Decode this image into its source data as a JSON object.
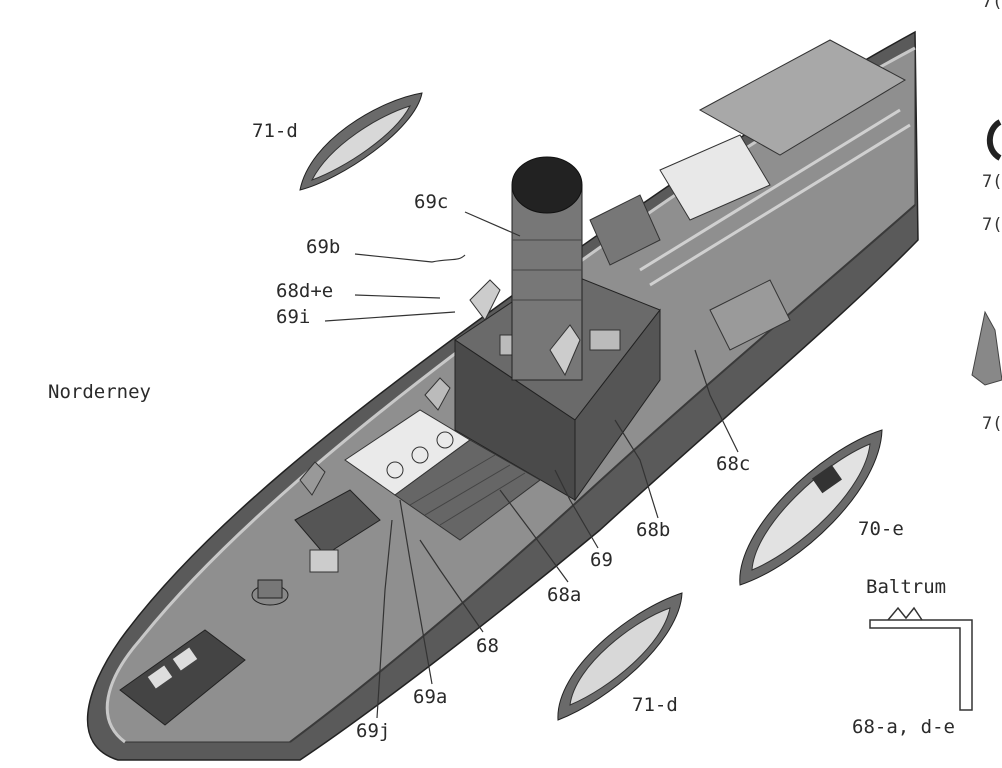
{
  "figure": {
    "labels": {
      "ship_name": "Norderney",
      "boat_top": "71-d",
      "boat_bottom": "71-d",
      "boat_right": "70-e",
      "part_69c": "69c",
      "part_69b": "69b",
      "part_68de": "68d+e",
      "part_69i": "69i",
      "part_68c": "68c",
      "part_68b": "68b",
      "part_69": "69",
      "part_68a": "68a",
      "part_68": "68",
      "part_69a": "69a",
      "part_69j": "69j",
      "inset_title": "Baltrum",
      "inset_caption": "68-a, d-e"
    },
    "edge_fragments": [
      "7(",
      "7(",
      "7(",
      "7("
    ]
  }
}
